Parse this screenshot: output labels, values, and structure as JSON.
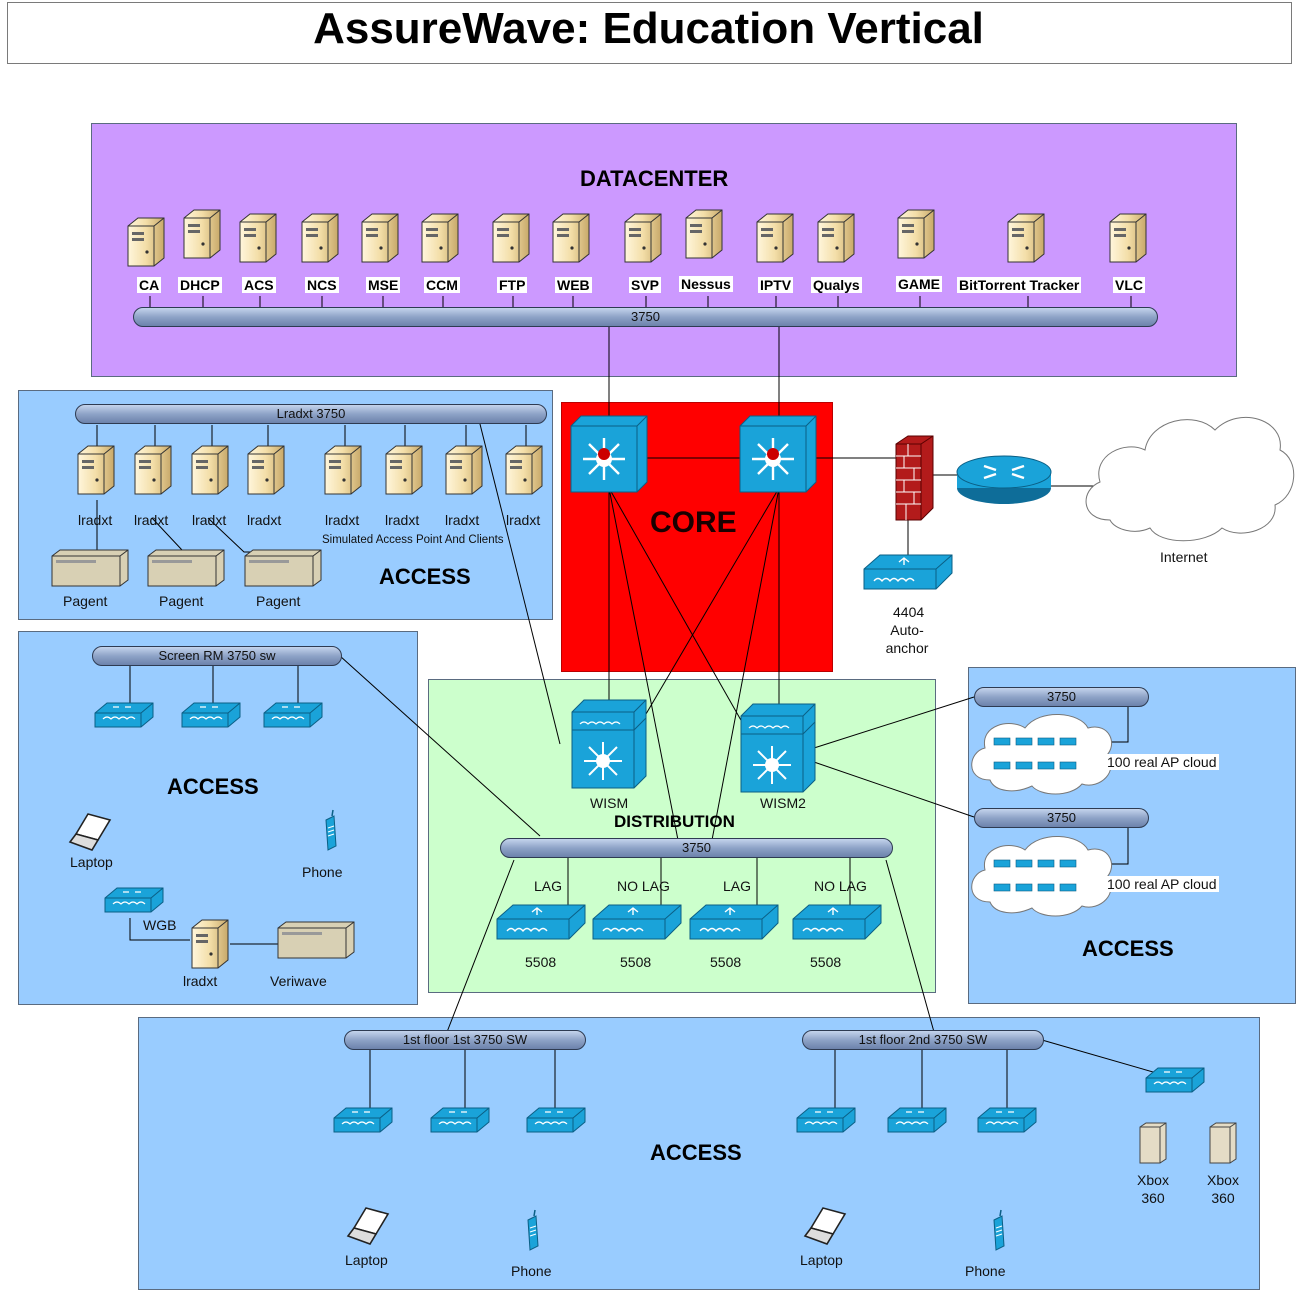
{
  "title": "AssureWave: Education Vertical",
  "zones": {
    "datacenter": "DATACENTER",
    "core": "CORE",
    "distribution": "DISTRIBUTION",
    "access": "ACCESS"
  },
  "datacenter_servers": [
    "CA",
    "DHCP",
    "ACS",
    "NCS",
    "MSE",
    "CCM",
    "FTP",
    "WEB",
    "SVP",
    "Nessus",
    "IPTV",
    "Qualys",
    "GAME",
    "BitTorrent Tracker",
    "VLC"
  ],
  "switches": {
    "datacenter_bus": "3750",
    "access_top_bus": "Lradxt 3750",
    "screen_rm_bus": "Screen RM 3750 sw",
    "distribution_bus": "3750",
    "right_bus_1": "3750",
    "right_bus_2": "3750",
    "floor1_bus_1": "1st floor 1st 3750 SW",
    "floor1_bus_2": "1st floor 2nd 3750 SW"
  },
  "access_top": {
    "lradxt_labels": [
      "lradxt",
      "lradxt",
      "lradxt",
      "lradxt",
      "lradxt",
      "lradxt",
      "lradxt",
      "lradxt"
    ],
    "caption": "Simulated Access Point And Clients",
    "pagent_labels": [
      "Pagent",
      "Pagent",
      "Pagent"
    ]
  },
  "access_left": {
    "laptop": "Laptop",
    "phone": "Phone",
    "wgb": "WGB",
    "lradxt": "lradxt",
    "veriwave": "Veriwave"
  },
  "distribution": {
    "wism": "WISM",
    "wism2": "WISM2",
    "lag_labels": [
      "LAG",
      "NO LAG",
      "LAG",
      "NO LAG"
    ],
    "controller_labels": [
      "5508",
      "5508",
      "5508",
      "5508"
    ]
  },
  "edge": {
    "anchor_model": "4404",
    "anchor_role": "Auto-\nanchor",
    "internet": "Internet"
  },
  "access_right": {
    "ap_cloud_labels": [
      "100 real AP cloud",
      "100 real AP cloud"
    ]
  },
  "access_bottom": {
    "laptop_labels": [
      "Laptop",
      "Laptop"
    ],
    "phone_labels": [
      "Phone",
      "Phone"
    ],
    "xbox_labels": [
      "Xbox\n360",
      "Xbox\n360"
    ]
  },
  "colors": {
    "datacenter_zone": "#cc99ff",
    "access_zone": "#99ccff",
    "core_zone": "#ff0000",
    "distribution_zone": "#ccffcc",
    "device_blue": "#1aa3d9"
  }
}
